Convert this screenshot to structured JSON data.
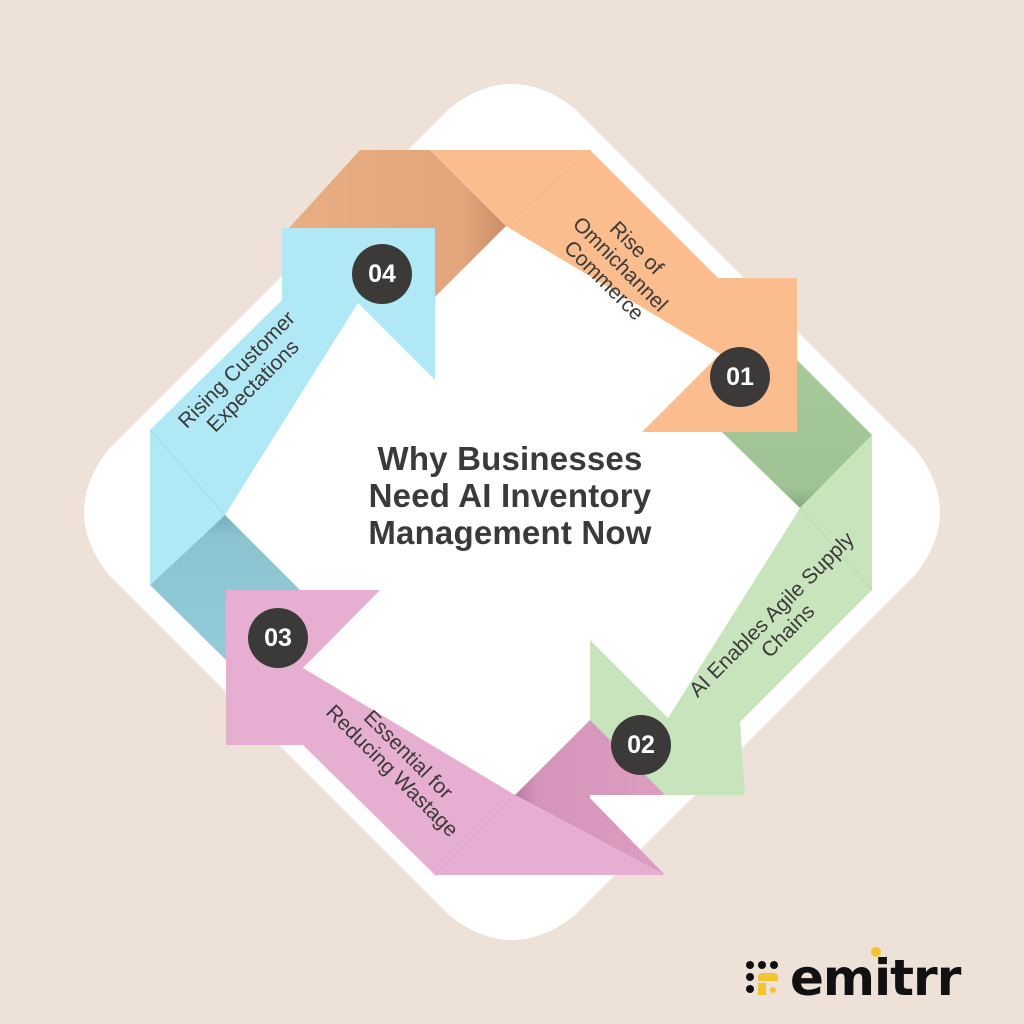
{
  "title": {
    "line1": "Why Businesses",
    "line2": "Need AI Inventory",
    "line3": "Management Now"
  },
  "steps": [
    {
      "number": "01",
      "line1": "Rise of",
      "line2": "Omnichannel",
      "line3": "Commerce",
      "color": "#fbbc8e",
      "fold_color": "#e6aa80"
    },
    {
      "number": "02",
      "line1": "AI Enables Agile Supply",
      "line2": "Chains",
      "color": "#c8e4bd",
      "fold_color": "#a3c699"
    },
    {
      "number": "03",
      "line1": "Essential for",
      "line2": "Reducing Wastage",
      "color": "#e6afd1",
      "fold_color": "#d898bd"
    },
    {
      "number": "04",
      "line1": "Rising Customer",
      "line2": "Expectations",
      "color": "#b0e8f5",
      "fold_color": "#90c8d6"
    }
  ],
  "logo": {
    "text": "emitrr",
    "accent_color": "#f4c430"
  },
  "colors": {
    "background": "#ede1d8",
    "panel": "#ffffff",
    "badge": "#3c3a39",
    "text": "#3a3a3a"
  }
}
